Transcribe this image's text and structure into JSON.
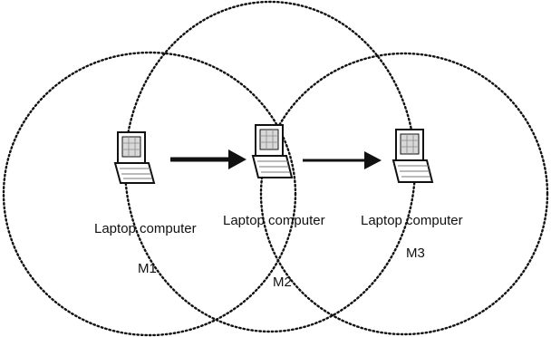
{
  "nodes": [
    {
      "label": "Laptop computer",
      "id": "M1"
    },
    {
      "label": "Laptop computer",
      "id": "M2"
    },
    {
      "label": "Laptop computer",
      "id": "M3"
    }
  ],
  "colors": {
    "line": "#111111",
    "background": "#ffffff"
  },
  "icons": [
    "laptop-icon",
    "arrow-right-icon"
  ]
}
